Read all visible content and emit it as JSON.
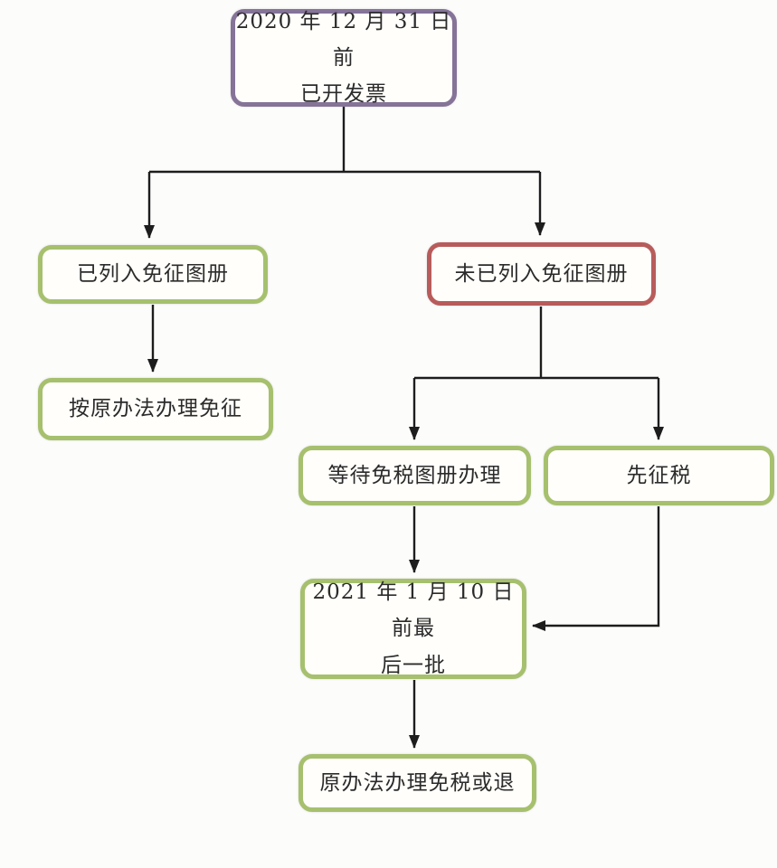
{
  "colors": {
    "purple": "#857398",
    "green": "#a6c06e",
    "red": "#b75c5b",
    "arrow": "#1d1d1d",
    "box_fill": "#fffefa",
    "text": "#2b2b2b",
    "background": "#fcfcfb"
  },
  "nodes": {
    "invoiced": {
      "line1": "2020 年 12 月 31 日前",
      "line2": "已开发票"
    },
    "listed": {
      "label": "已列入免征图册"
    },
    "not_listed": {
      "label": "未已列入免征图册"
    },
    "original_exempt": {
      "label": "按原办法办理免征"
    },
    "wait": {
      "label": "等待免税图册办理"
    },
    "tax_first": {
      "label": "先征税"
    },
    "last_batch": {
      "line1": "2021 年 1 月 10 日前最",
      "line2": "后一批"
    },
    "refund": {
      "label": "原办法办理免税或退"
    }
  }
}
